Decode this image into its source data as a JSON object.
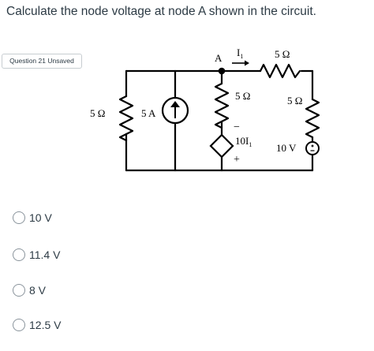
{
  "question": {
    "text": "Calculate the node voltage at node A shown in the circuit.",
    "status_badge": "Question 21 Unsaved"
  },
  "circuit": {
    "node_label": "A",
    "current_label_main": "I",
    "current_label_sub": "1",
    "r_top": "5 Ω",
    "r_left": "5 Ω",
    "source_current": "5 A",
    "r_mid": "5 Ω",
    "r_right": "5 Ω",
    "dep_minus": "−",
    "dep_label_main": "10I",
    "dep_label_sub": "1",
    "dep_plus": "+",
    "source_voltage": "10 V"
  },
  "answers": [
    {
      "label": "10 V"
    },
    {
      "label": "11.4 V"
    },
    {
      "label": "8 V"
    },
    {
      "label": "12.5 V"
    }
  ]
}
